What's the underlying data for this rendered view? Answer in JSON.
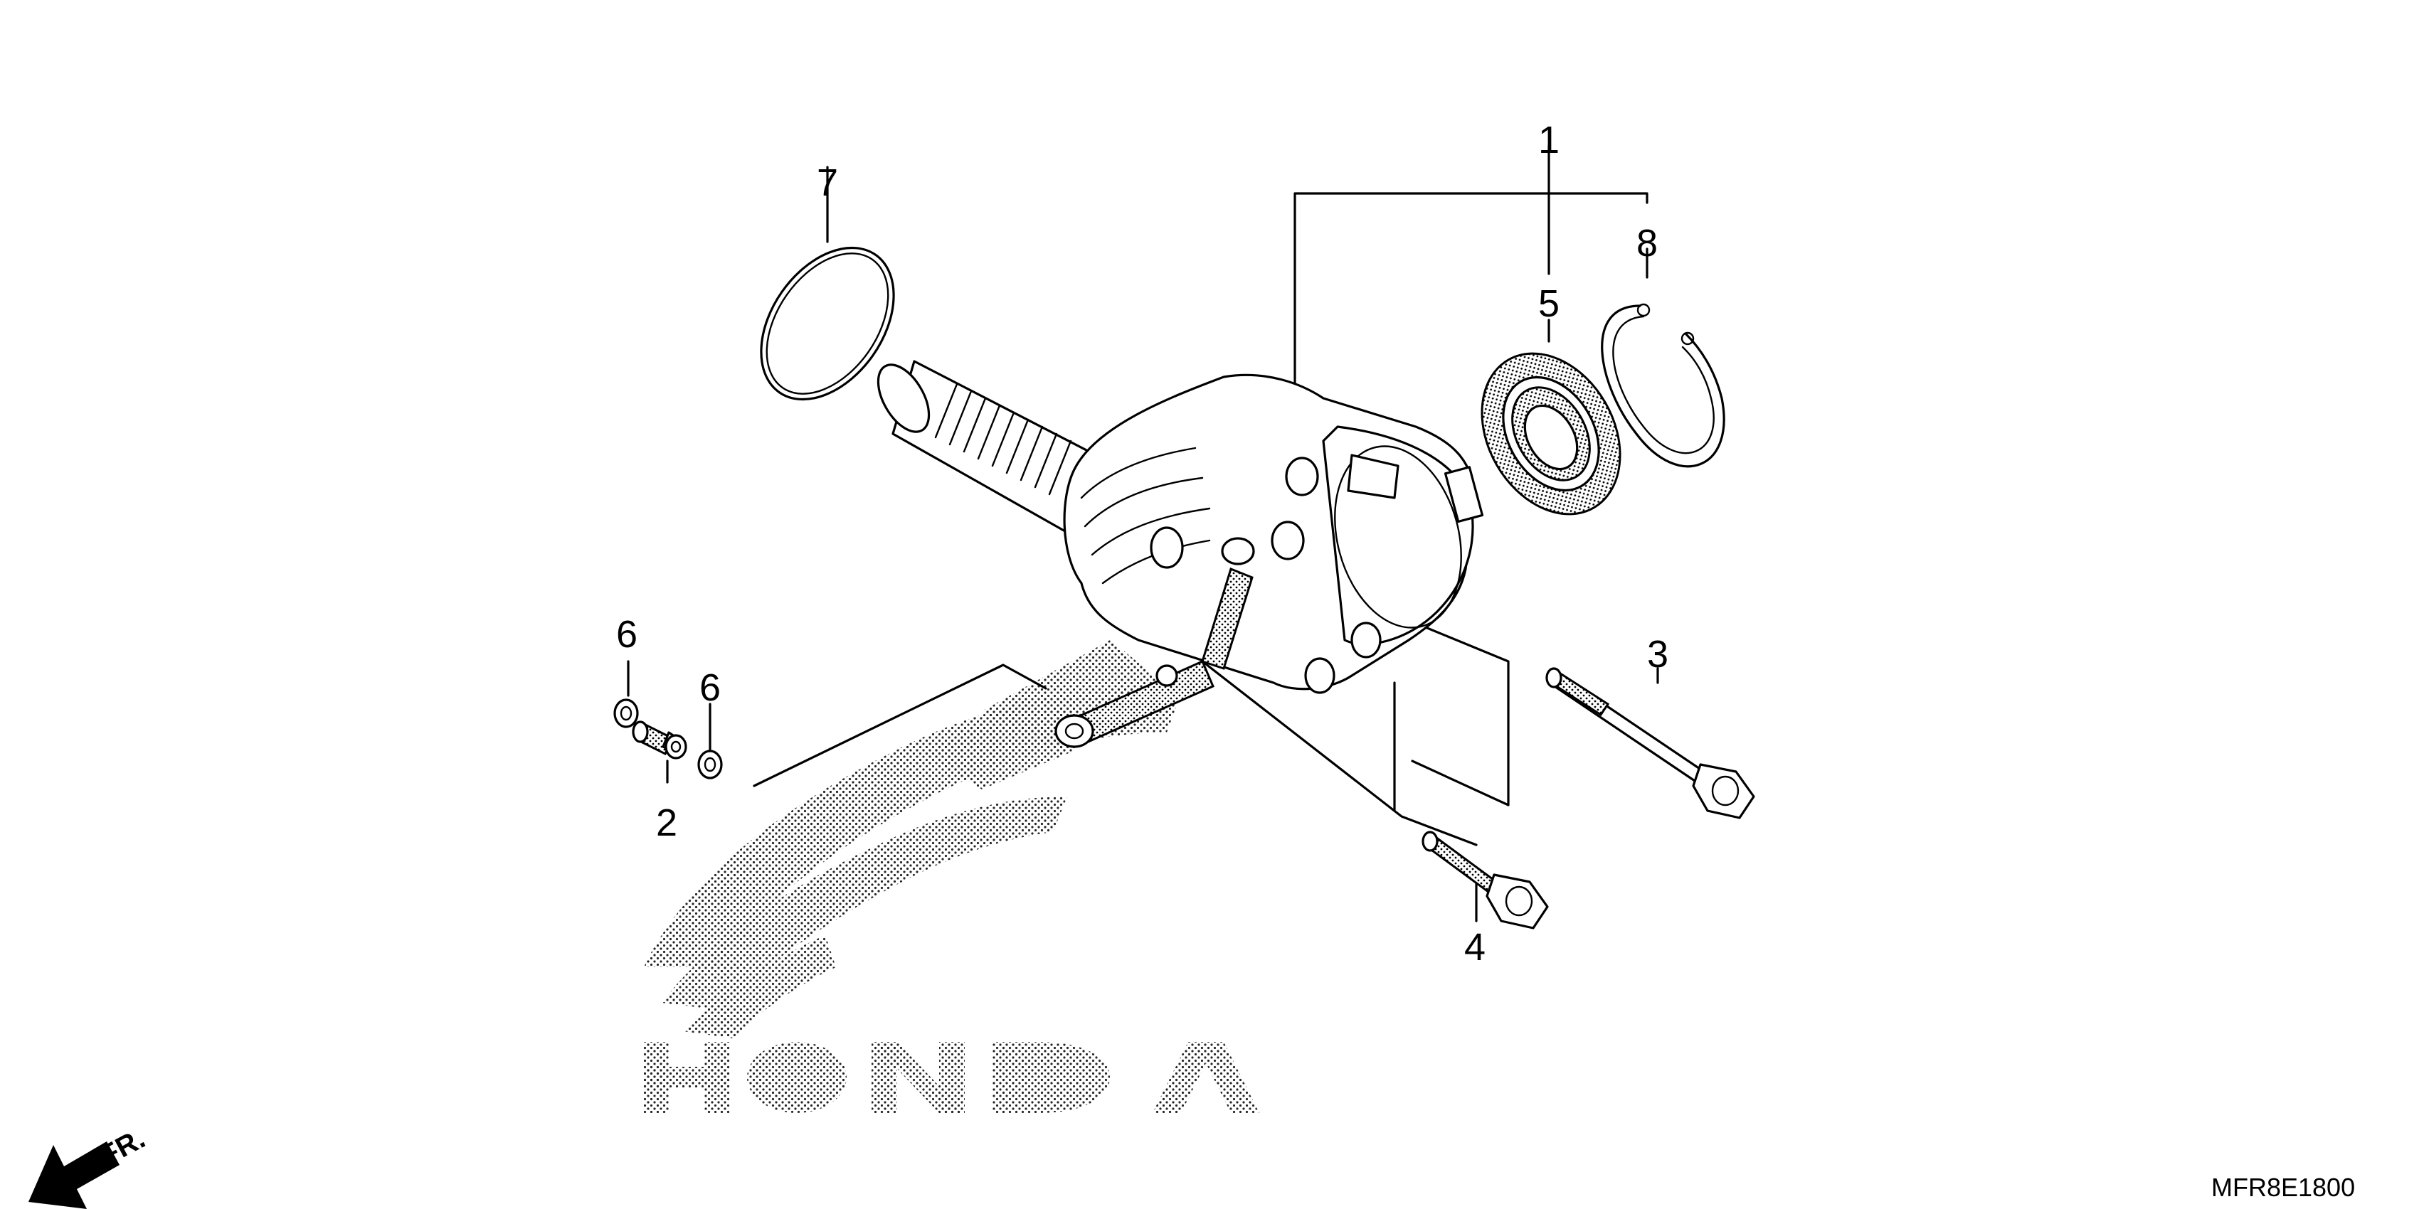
{
  "diagram": {
    "callouts": [
      "1",
      "2",
      "3",
      "4",
      "5",
      "6",
      "6",
      "7",
      "8"
    ],
    "logo_text": "HONDA",
    "direction_label": "FR.",
    "diagram_code": "MFR8E1800"
  },
  "icons": {
    "front_arrow": "front-direction-arrow-icon",
    "logo": "honda-wing-logo"
  }
}
